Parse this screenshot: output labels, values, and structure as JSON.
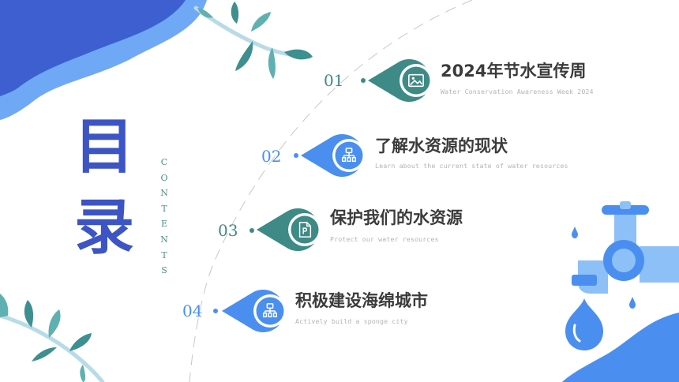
{
  "heading": {
    "char1": "目",
    "char2": "录",
    "vertical_text": "CONTENTS"
  },
  "colors": {
    "blue": "#4a8ff0",
    "teal": "#3e8a86",
    "navy": "#3d55c4"
  },
  "items": [
    {
      "number": "01",
      "title": "2024年节水宣传周",
      "subtitle": "Water Conservation Awareness Week 2024",
      "icon": "image-icon",
      "color": "teal"
    },
    {
      "number": "02",
      "title": "了解水资源的现状",
      "subtitle": "Learn about the current state of water resources",
      "icon": "flowchart-icon",
      "color": "blue"
    },
    {
      "number": "03",
      "title": "保护我们的水资源",
      "subtitle": "Protect our water resources",
      "icon": "document-p-icon",
      "color": "teal"
    },
    {
      "number": "04",
      "title": "积极建设海绵城市",
      "subtitle": "Actively build a sponge city",
      "icon": "flowchart-icon",
      "color": "blue"
    }
  ]
}
